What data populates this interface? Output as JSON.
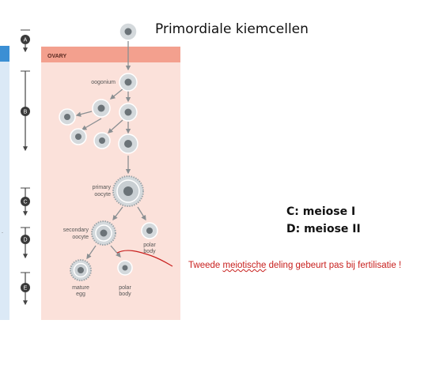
{
  "diagram": {
    "title": "Primordiale kiemcellen",
    "ovary_label": "OVARY",
    "cells": {
      "oogonium": "oogonium",
      "primary_oocyte": [
        "primary",
        "oocyte"
      ],
      "secondary_oocyte": [
        "secondary",
        "oocyte"
      ],
      "polar_body_1": [
        "polar",
        "body"
      ],
      "mature_egg": [
        "mature",
        "egg"
      ],
      "polar_body_2": [
        "polar",
        "body"
      ]
    },
    "stages": [
      "A",
      "B",
      "C",
      "D",
      "E"
    ]
  },
  "notes": {
    "meiosis_c": "C: meiose I",
    "meiosis_d": "D: meiose II",
    "annotation_prefix": "Tweede ",
    "annotation_marked_word": "meiotische",
    "annotation_suffix": " deling gebeurt pas bij fertilisatie !"
  },
  "colors": {
    "ovary_fill": "#fbe1da",
    "ovary_header": "#f3a08e",
    "left_panel": "#dbe9f6",
    "left_panel_accent": "#3b8fd4",
    "cell_fill": "#d4d9dc",
    "cell_ring": "#ffffff",
    "nucleus": "#6b7378",
    "arrow": "#8a8f92",
    "note_red": "#c8201e"
  }
}
